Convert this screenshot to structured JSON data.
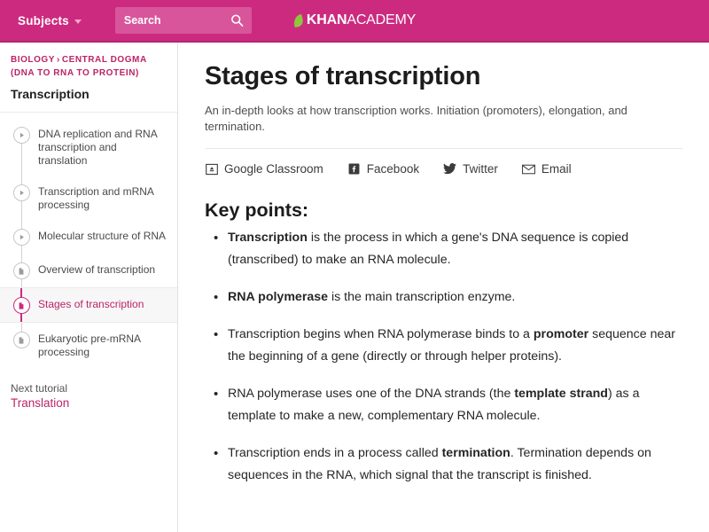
{
  "header": {
    "subjects_label": "Subjects",
    "subjects_icon": "chevron-down-icon",
    "search_placeholder": "Search",
    "search_value": "",
    "search_icon": "search-icon",
    "logo_primary": "KHAN",
    "logo_secondary": "ACADEMY",
    "logo_leaf_icon": "leaf-icon",
    "bar_color": "#cc2a7f",
    "search_box_color": "#d8559b"
  },
  "sidebar": {
    "breadcrumb": {
      "parts": [
        "BIOLOGY",
        "CENTRAL DOGMA (DNA TO RNA TO PROTEIN)"
      ],
      "separator": "›"
    },
    "tutorial_title": "Transcription",
    "accent_color": "#bb2467",
    "items": [
      {
        "label": "DNA replication and RNA transcription and translation",
        "icon": "play-icon",
        "active": false
      },
      {
        "label": "Transcription and mRNA processing",
        "icon": "play-icon",
        "active": false
      },
      {
        "label": "Molecular structure of RNA",
        "icon": "play-icon",
        "active": false
      },
      {
        "label": "Overview of transcription",
        "icon": "article-icon",
        "active": false
      },
      {
        "label": "Stages of transcription",
        "icon": "article-icon",
        "active": true
      },
      {
        "label": "Eukaryotic pre-mRNA processing",
        "icon": "article-icon",
        "active": false
      }
    ],
    "next": {
      "label": "Next tutorial",
      "link": "Translation"
    }
  },
  "main": {
    "title": "Stages of transcription",
    "subtitle": "An in-depth looks at how transcription works. Initiation (promoters), elongation, and termination.",
    "share": [
      {
        "label": "Google Classroom",
        "icon": "google-classroom-icon"
      },
      {
        "label": "Facebook",
        "icon": "facebook-icon"
      },
      {
        "label": "Twitter",
        "icon": "twitter-icon"
      },
      {
        "label": "Email",
        "icon": "email-icon"
      }
    ],
    "key_points_heading": "Key points:",
    "key_points": [
      [
        {
          "text": "Transcription",
          "bold": true
        },
        {
          "text": " is the process in which a gene's DNA sequence is copied (transcribed) to make an RNA molecule.",
          "bold": false
        }
      ],
      [
        {
          "text": "RNA polymerase",
          "bold": true
        },
        {
          "text": " is the main transcription enzyme.",
          "bold": false
        }
      ],
      [
        {
          "text": "Transcription begins when RNA polymerase binds to a ",
          "bold": false
        },
        {
          "text": "promoter",
          "bold": true
        },
        {
          "text": " sequence near the beginning of a gene (directly or through helper proteins).",
          "bold": false
        }
      ],
      [
        {
          "text": "RNA polymerase uses one of the DNA strands (the ",
          "bold": false
        },
        {
          "text": "template strand",
          "bold": true
        },
        {
          "text": ") as a template to make a new, complementary RNA molecule.",
          "bold": false
        }
      ],
      [
        {
          "text": "Transcription ends in a process called ",
          "bold": false
        },
        {
          "text": "termination",
          "bold": true
        },
        {
          "text": ". Termination depends on sequences in the RNA, which signal that the transcript is finished.",
          "bold": false
        }
      ]
    ]
  }
}
